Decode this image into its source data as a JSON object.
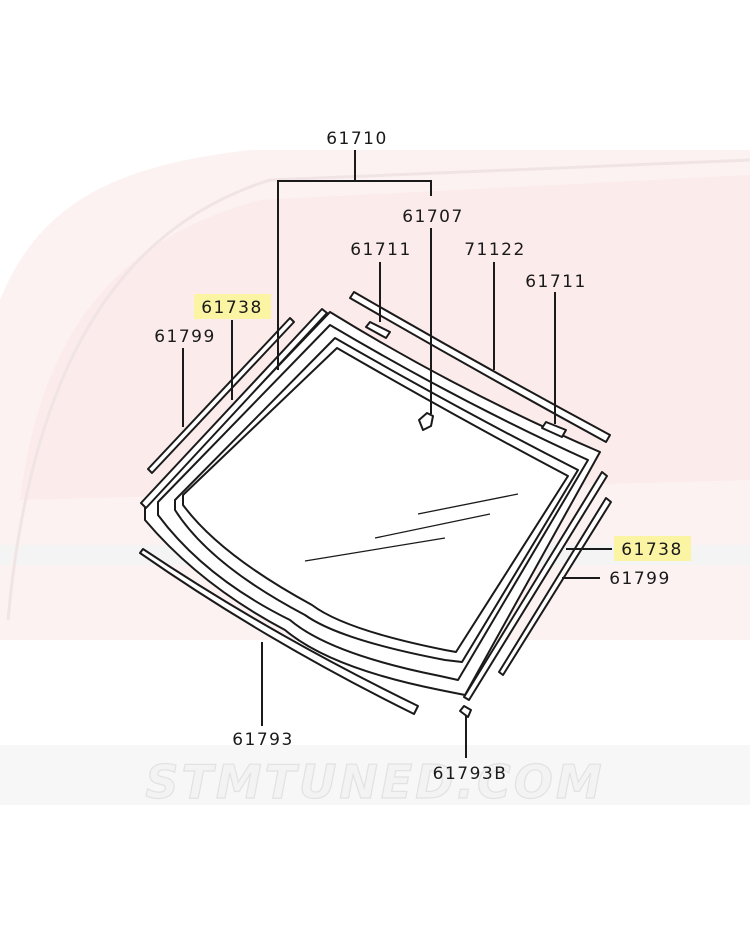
{
  "watermark": {
    "text": "STMTUNED.COM"
  },
  "colors": {
    "highlight": "#fbf4a3",
    "ink": "#1a1a1a",
    "watermark_red": "#fbeaea"
  },
  "labels": {
    "windshield_assembly": "61710",
    "rear_view_mirror_bracket": "61707",
    "sensor_pad_left": "61711",
    "sensor_pad_right": "61711",
    "upper_molding": "71122",
    "side_molding_left": "61738",
    "side_trim_left": "61799",
    "side_molding_right": "61738",
    "side_trim_right": "61799",
    "lower_molding": "61793",
    "lower_molding_clip": "61793B"
  }
}
